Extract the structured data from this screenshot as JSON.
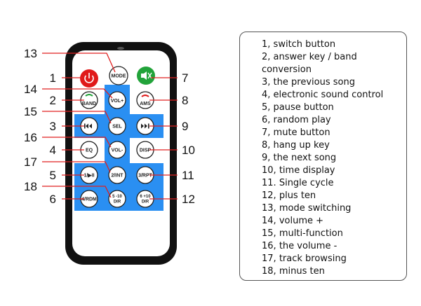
{
  "remote": {
    "buttons": {
      "power_icon": "power-icon",
      "mode": "MODE",
      "band": "BAND",
      "vol_plus": "VOL+",
      "ams": "AMS",
      "sel": "SEL",
      "eq": "EQ",
      "vol_minus": "VOL-",
      "disp": "DISP",
      "play_pause": "1/▶II",
      "int": "2/INT",
      "rpt": "3/RPT",
      "rdm": "4/RDM",
      "dir_minus_top": "5 -10",
      "dir_minus_bottom": "DIR",
      "dir_plus_top": "6 +10",
      "dir_plus_bottom": "DIR"
    },
    "colors": {
      "body": "#111111",
      "face": "#ffffff",
      "blue_panel": "#2a8ff2",
      "power_button": "#e01a1a",
      "mute_button": "#22a33a",
      "callout_line": "#e02020"
    }
  },
  "callouts": [
    "1",
    "2",
    "3",
    "4",
    "5",
    "6",
    "7",
    "8",
    "9",
    "10",
    "11",
    "12",
    "13",
    "14",
    "15",
    "16",
    "17",
    "18"
  ],
  "legend": [
    {
      "num": "1,",
      "text": "switch button"
    },
    {
      "num": "2,",
      "text": "answer key / band",
      "cont": "conversion"
    },
    {
      "num": "3,",
      "text": "the previous song"
    },
    {
      "num": "4,",
      "text": "electronic sound control"
    },
    {
      "num": "5,",
      "text": "pause button"
    },
    {
      "num": "6,",
      "text": "random play"
    },
    {
      "num": "7,",
      "text": "mute button"
    },
    {
      "num": "8,",
      "text": "hang up key"
    },
    {
      "num": "9,",
      "text": "the next song"
    },
    {
      "num": "10,",
      "text": "time display"
    },
    {
      "num": "11.",
      "text": "Single cycle"
    },
    {
      "num": "12,",
      "text": "plus ten"
    },
    {
      "num": "13,",
      "text": "mode switching"
    },
    {
      "num": "14,",
      "text": "volume +"
    },
    {
      "num": "15,",
      "text": "multi-function"
    },
    {
      "num": "16,",
      "text": "the volume -"
    },
    {
      "num": "17,",
      "text": "track browsing"
    },
    {
      "num": "18,",
      "text": "minus ten"
    }
  ]
}
